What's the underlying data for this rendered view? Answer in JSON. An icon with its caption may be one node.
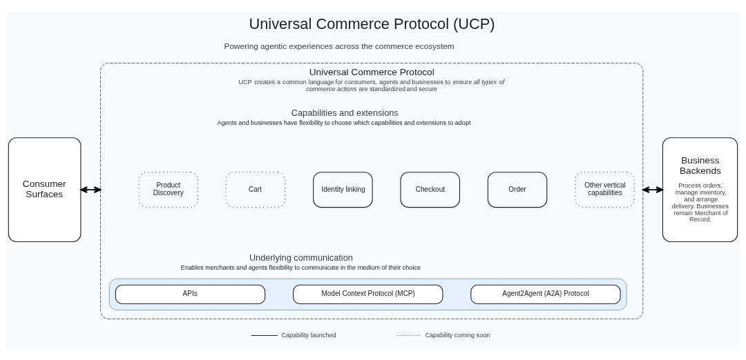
{
  "diagram": {
    "title": "Universal Commerce Protocol (UCP)",
    "nodes": [
      {
        "text": [
          "Consumer Surfaces"
        ]
      },
      {
        "text": [
          "Universal Commerce Protocol",
          "UCP creates a common language for consumers, agents and businesses to ensure *all types of commerce actions* are standardized and secure"
        ]
      },
      {
        "text": [
          "Product Discovery"
        ],
        "in": 1
      },
      {
        "text": [
          "Cart"
        ],
        "in": 1
      },
      {
        "text": [
          "Identity linking"
        ],
        "in": 1
      },
      {
        "text": [
          "Checkout"
        ],
        "in": 1
      },
      {
        "text": [
          "Order"
        ],
        "in": 1
      },
      {
        "text": [
          "Other vertical capabilities"
        ],
        "in": 1
      },
      {
        "text": [],
        "shape": "box",
        "in": 1
      },
      {
        "text": [
          "APIs"
        ],
        "in": 8
      },
      {
        "text": [
          "Model Context Protocol (MCP)"
        ],
        "in": 8
      },
      {
        "text": [
          "Agent2Agent (A2A) Protocol"
        ],
        "in": 8
      },
      {
        "text": [
          "Business Backends",
          "Process orders, manage inventory, and arrange delivery. Businesses remain Merchant of Record."
        ]
      }
    ],
    "edges": [
      {
        "from": 0,
        "to": 1,
        "arrow": "both"
      },
      {
        "from": 1,
        "to": 12,
        "arrow": "both"
      }
    ],
    "labels": [
      "Powering agentic experiences across the commerce ecosystem",
      "Capabilities and extensions",
      "Agents and businesses have flexibility to choose which capabilities and extensions to adopt",
      "Underlying communication",
      "Enables merchants and agents flexibility to communicate in the medium of their choice"
    ],
    "legend": [
      {
        "text": "Capability launched"
      },
      {
        "text": "Capability coming soon"
      }
    ]
  }
}
